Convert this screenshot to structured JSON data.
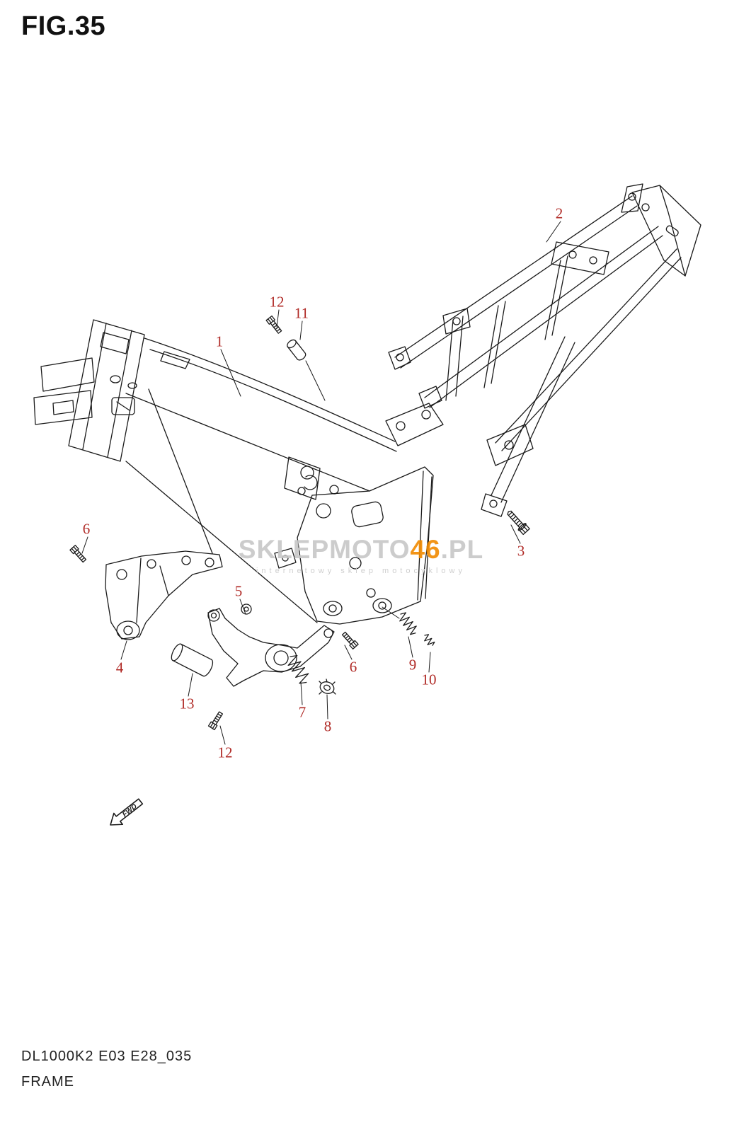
{
  "figure": {
    "title": "FIG.35"
  },
  "footer": {
    "code": "DL1000K2 E03 E28_035",
    "label": "FRAME"
  },
  "watermark": {
    "main_prefix": "SKLEPMOTO",
    "main_accent": "46",
    "main_suffix": ".PL",
    "subtext": "internetowy sklep motocyklowy"
  },
  "diagram": {
    "fwd_label": "FWD"
  },
  "callouts": [
    {
      "ref": "12-top",
      "label": "12"
    },
    {
      "ref": "11",
      "label": "11"
    },
    {
      "ref": "1",
      "label": "1"
    },
    {
      "ref": "2",
      "label": "2"
    },
    {
      "ref": "3",
      "label": "3"
    },
    {
      "ref": "6-left",
      "label": "6"
    },
    {
      "ref": "5",
      "label": "5"
    },
    {
      "ref": "4",
      "label": "4"
    },
    {
      "ref": "13",
      "label": "13"
    },
    {
      "ref": "12-bottom",
      "label": "12"
    },
    {
      "ref": "7",
      "label": "7"
    },
    {
      "ref": "8",
      "label": "8"
    },
    {
      "ref": "6-mid",
      "label": "6"
    },
    {
      "ref": "9",
      "label": "9"
    },
    {
      "ref": "10",
      "label": "10"
    }
  ],
  "colors": {
    "callout_red": "#b02a26",
    "line_black": "#1a1a1a",
    "watermark_gray": "#c7c7c7",
    "watermark_accent": "#f18a00"
  }
}
